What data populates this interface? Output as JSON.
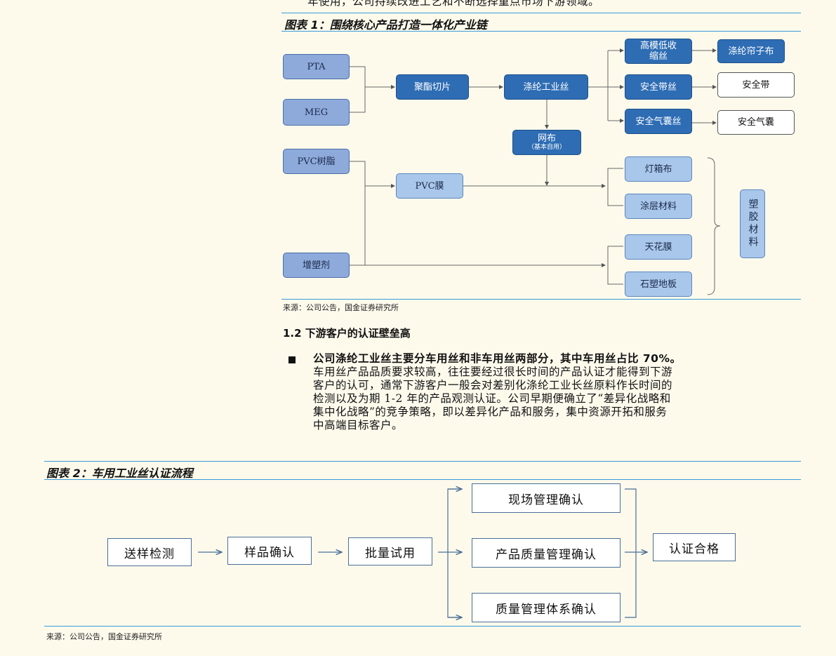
{
  "top_cut_text": "年使用，公司持续改进工艺和不断选择重点市场下游领域。",
  "figure1": {
    "title": "图表 1：围绕核心产品打造一体化产业链",
    "nodes": {
      "pta": "PTA",
      "meg": "MEG",
      "pvc_resin": "PVC树脂",
      "plasticizer": "增塑剂",
      "polyester_chip": "聚酯切片",
      "pvc_film": "PVC膜",
      "polyester_yarn": "涤纶工业丝",
      "mesh": "网布",
      "mesh_note": "（基本自用）",
      "hmls_1": "高模低收",
      "hmls_2": "缩丝",
      "tire_cord": "涤纶帘子布",
      "seatbelt_yarn": "安全带丝",
      "seatbelt": "安全带",
      "airbag_yarn": "安全气囊丝",
      "airbag": "安全气囊",
      "lightbox": "灯箱布",
      "coated": "涂层材料",
      "ceiling_film": "天花膜",
      "stone_floor": "石塑地板",
      "plastic_material": "塑胶材料"
    },
    "source": "来源：公司公告，国金证券研究所"
  },
  "section": {
    "heading": "1.2 下游客户的认证壁垒高",
    "bold_lead": "公司涤纶工业丝主要分车用丝和非车用丝两部分，其中车用丝占比 70%。",
    "lines": [
      "车用丝产品品质要求较高，往往要经过很长时间的产品认证才能得到下游",
      "客户的认可，通常下游客户一般会对差别化涤纶工业长丝原料作长时间的",
      "检测以及为期 1-2 年的产品观测认证。公司早期便确立了“差异化战略和",
      "集中化战略”的竞争策略，即以差异化产品和服务，集中资源开拓和服务",
      "中高端目标客户。"
    ]
  },
  "figure2": {
    "title": "图表 2：车用工业丝认证流程",
    "steps": {
      "send": "送样检测",
      "sample": "样品确认",
      "batch": "批量试用",
      "site": "现场管理确认",
      "quality": "产品质量管理确认",
      "system": "质量管理体系确认",
      "pass": "认证合格"
    },
    "source": "来源：公司公告，国金证券研究所"
  },
  "colors": {
    "rule": "#3a9ad9",
    "node_light": "#8eaadb",
    "node_lighter": "#a9c7ea",
    "node_dark": "#2e6db4",
    "background": "#fdfaec"
  }
}
